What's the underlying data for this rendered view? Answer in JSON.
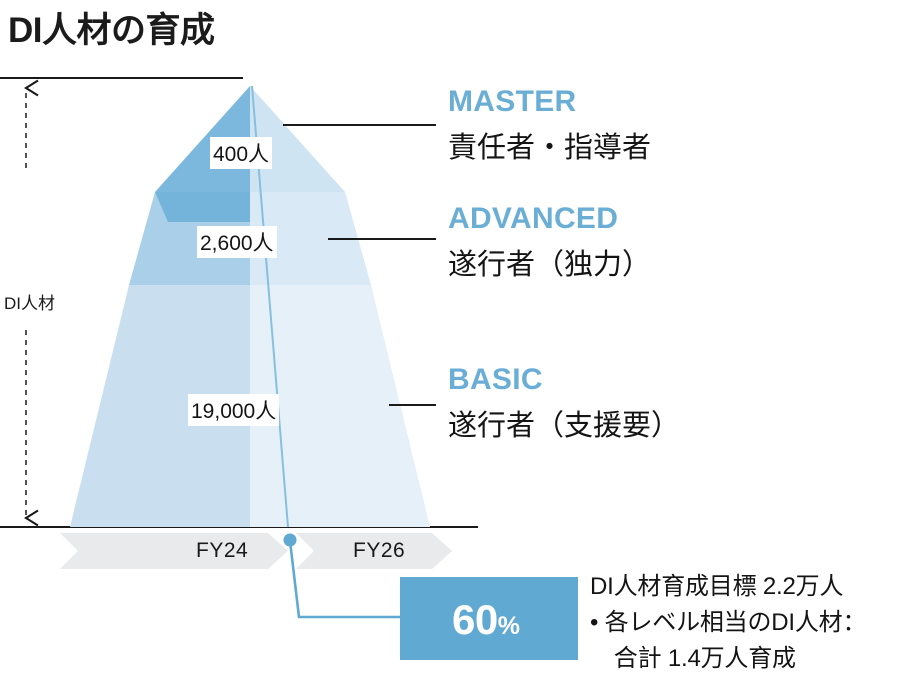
{
  "title": "DI人材の育成",
  "axis": {
    "vertical_label": "DI人材"
  },
  "pyramid": {
    "levels": [
      {
        "id": "master",
        "name": "MASTER",
        "description": "責任者・指導者",
        "value": "400人"
      },
      {
        "id": "advanced",
        "name": "ADVANCED",
        "description": "遂行者（独力）",
        "value": "2,600人"
      },
      {
        "id": "basic",
        "name": "BASIC",
        "description": "遂行者（支援要）",
        "value": "19,000人"
      }
    ]
  },
  "timeline": {
    "items": [
      {
        "id": "fy24",
        "label": "FY24"
      },
      {
        "id": "fy26",
        "label": "FY26"
      }
    ]
  },
  "callout": {
    "percent_value": "60",
    "percent_sign": "%",
    "notes": [
      "DI人材育成目標 2.2万人",
      "• 各レベル相当のDI人材：",
      "　合計 1.4万人育成"
    ]
  },
  "colors": {
    "accent": "#6aaed6",
    "box_fill": "#5fa9d3",
    "master_left": "#7cb8dd",
    "master_right": "#cfe4f2",
    "advanced_left_top": "#74b4da",
    "advanced_left": "#a9d0e8",
    "advanced_right": "#d9e9f5",
    "basic_left": "#c9dff0",
    "basic_right": "#e6f0f8",
    "chevron": "#e8eaec",
    "rule": "#1a1a1a"
  }
}
